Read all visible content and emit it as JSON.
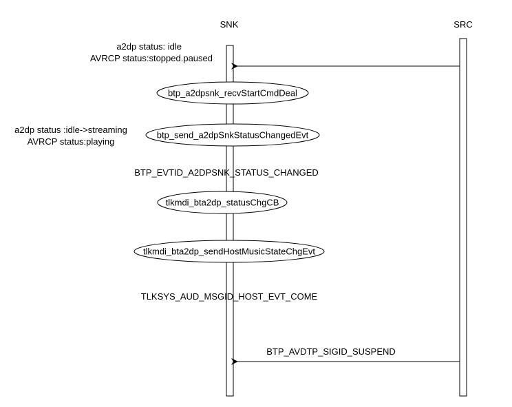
{
  "participants": {
    "snk": "SNK",
    "src": "SRC"
  },
  "notes": {
    "initial_line1": "a2dp status: idle",
    "initial_line2": "AVRCP status:stopped.paused",
    "streaming_line1": "a2dp status :idle->streaming",
    "streaming_line2": "AVRCP status:playing"
  },
  "processes": [
    "btp_a2dpsnk_recvStartCmdDeal",
    "btp_send_a2dpSnkStatusChangedEvt",
    "tlkmdi_bta2dp_statusChgCB",
    "tlkmdi_bta2dp_sendHostMusicStateChgEvt"
  ],
  "events": {
    "status_changed": "BTP_EVTID_A2DPSNK_STATUS_CHANGED",
    "host_evt_come": "TLKSYS_AUD_MSGID_HOST_EVT_COME"
  },
  "messages": {
    "suspend": "BTP_AVDTP_SIGID_SUSPEND"
  },
  "colors": {
    "stroke": "#000000",
    "fill": "#ffffff"
  }
}
